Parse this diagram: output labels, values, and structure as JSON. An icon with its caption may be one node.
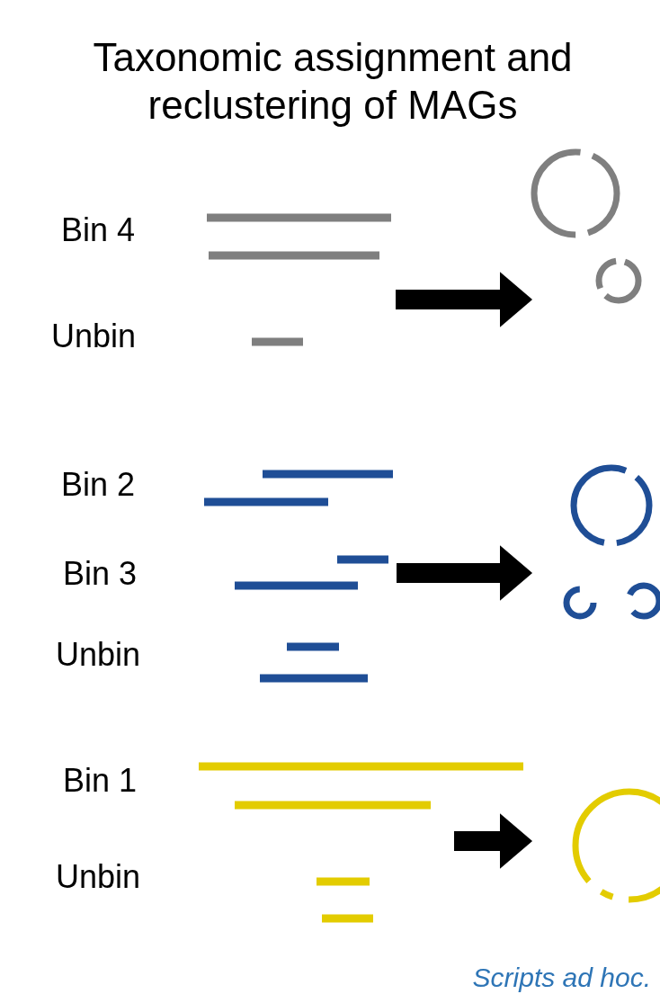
{
  "diagram": {
    "title": "Taxonomic assignment and reclustering of MAGs",
    "nodes": [
      {
        "text": [],
        "shape": "bar",
        "beside": [
          "Bin 4",
          "Unbin"
        ]
      },
      {
        "text": [],
        "shape": "circle"
      },
      {
        "text": [],
        "shape": "bar",
        "beside": [
          "Bin 2",
          "Bin 3",
          "Unbin"
        ]
      },
      {
        "text": [],
        "shape": "circle"
      },
      {
        "text": [],
        "shape": "bar",
        "beside": [
          "Bin 1",
          "Unbin"
        ]
      },
      {
        "text": [],
        "shape": "circle"
      }
    ],
    "edges": [
      {
        "from": 0,
        "to": 1,
        "arrow": "to"
      },
      {
        "from": 2,
        "to": 3,
        "arrow": "to"
      },
      {
        "from": 4,
        "to": 5,
        "arrow": "to"
      }
    ],
    "caption": "Scripts ad hoc."
  }
}
